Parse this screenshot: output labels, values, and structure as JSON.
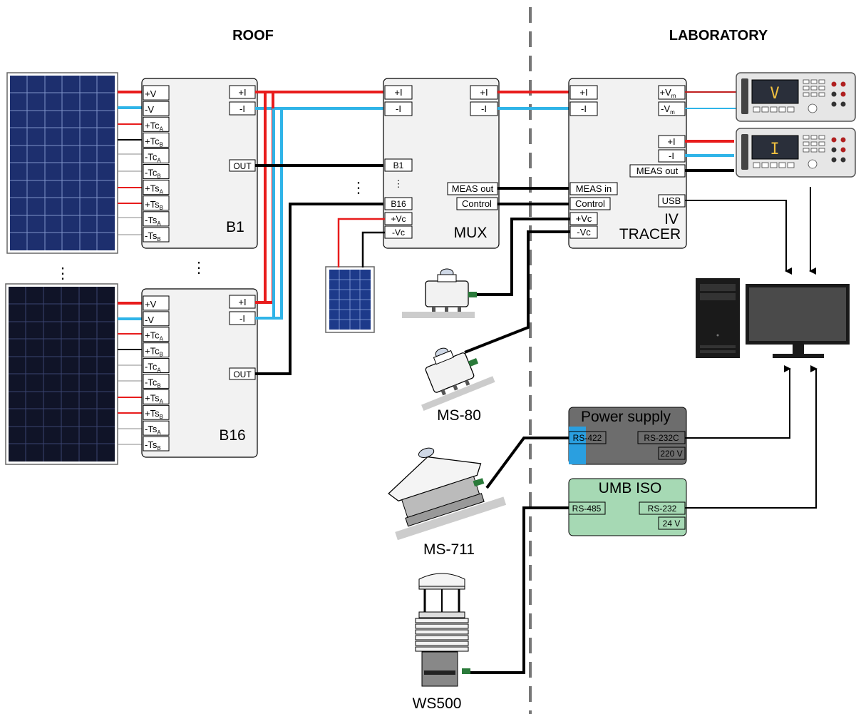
{
  "headers": {
    "roof": "ROOF",
    "laboratory": "LABORATORY"
  },
  "junction_boxes": [
    {
      "name": "B1",
      "terminals": [
        "+V",
        "-V",
        "+Tc",
        "+Tc",
        "-Tc",
        "-Tc",
        "+Ts",
        "+Ts",
        "-Ts",
        "-Ts"
      ],
      "subs": [
        "",
        "",
        "A",
        "B",
        "A",
        "B",
        "A",
        "B",
        "A",
        "B"
      ],
      "outputs": [
        "+I",
        "-I",
        "OUT"
      ]
    },
    {
      "name": "B16",
      "terminals": [
        "+V",
        "-V",
        "+Tc",
        "+Tc",
        "-Tc",
        "-Tc",
        "+Ts",
        "+Ts",
        "-Ts",
        "-Ts"
      ],
      "subs": [
        "",
        "",
        "A",
        "B",
        "A",
        "B",
        "A",
        "B",
        "A",
        "B"
      ],
      "outputs": [
        "+I",
        "-I",
        "OUT"
      ]
    }
  ],
  "mux": {
    "name": "MUX",
    "inputs": [
      "+I",
      "-I",
      "B1",
      "B16",
      "+Vc",
      "-Vc"
    ],
    "outputs": [
      "+I",
      "-I",
      "MEAS out",
      "Control"
    ]
  },
  "tracer": {
    "name_line1": "IV",
    "name_line2": "TRACER",
    "inputs": [
      "+I",
      "-I",
      "MEAS in",
      "Control",
      "+Vc",
      "-Vc"
    ],
    "outputs": [
      "+V",
      "-V",
      "+I",
      "-I",
      "MEAS out",
      "USB"
    ],
    "v_sub": "m"
  },
  "meters": [
    {
      "display": "V"
    },
    {
      "display": "I"
    }
  ],
  "sensors": [
    "MS-80",
    "MS-711",
    "WS500"
  ],
  "power_supply": {
    "title": "Power supply",
    "ports": [
      "RS-422",
      "RS-232C",
      "220 V"
    ]
  },
  "umb": {
    "title": "UMB ISO",
    "ports": [
      "RS-485",
      "RS-232",
      "24 V"
    ]
  },
  "ellipsis": "⋮",
  "colors": {
    "positive": "#e81c1c",
    "negative": "#2fb4e8",
    "signal": "#000000",
    "power_supply": "#6d6d6d",
    "power_supply_accent": "#2a9fe0",
    "umb": "#a6d9b4"
  }
}
